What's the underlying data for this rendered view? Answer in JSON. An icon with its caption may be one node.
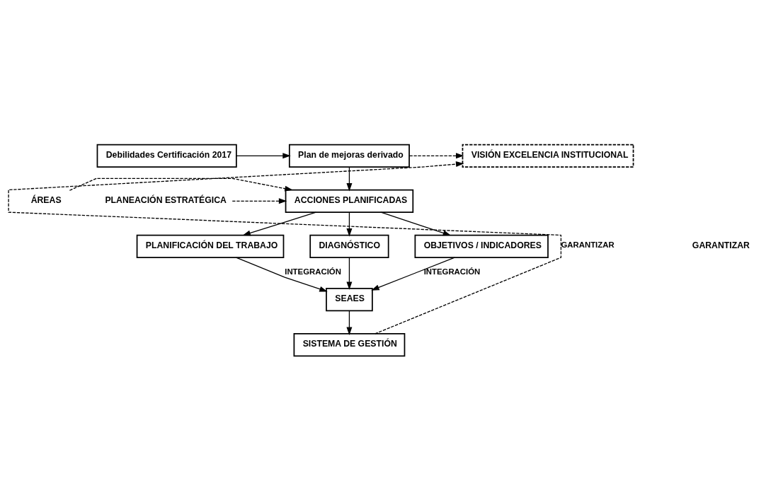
{
  "diagram": {
    "nodes": [
      {
        "text": [
          "Debilidades Certificación 2017"
        ]
      },
      {
        "text": [
          "Plan de mejoras derivado"
        ]
      },
      {
        "text": [
          "VISIÓN EXCELENCIA INSTITUCIONAL"
        ]
      },
      {
        "text": [
          "ÁREAS"
        ]
      },
      {
        "text": [
          "ACCIONES PLANIFICADAS"
        ]
      },
      {
        "text": [
          "PLANEACIÓN ESTRATÉGICA"
        ]
      },
      {
        "text": [
          "PLANIFICACIÓN DEL TRABAJO"
        ]
      },
      {
        "text": [
          "DIAGNÓSTICO"
        ]
      },
      {
        "text": [
          "OBJETIVOS / INDICADORES"
        ]
      },
      {
        "text": [
          "SEAES"
        ]
      },
      {
        "text": [
          "SISTEMA DE GESTIÓN"
        ]
      }
    ],
    "edges": [
      {
        "from": 0,
        "to": 1,
        "arrow": "to"
      },
      {
        "from": 1,
        "to": 2,
        "arrow": "to",
        "style": "dashed"
      },
      {
        "from": 1,
        "to": 4,
        "arrow": "to"
      },
      {
        "from": 3,
        "to": 4,
        "arrow": "to",
        "style": "dashed"
      },
      {
        "from": 5,
        "to": 4,
        "arrow": "to",
        "style": "dashed"
      },
      {
        "from": 4,
        "to": 6,
        "arrow": "to"
      },
      {
        "from": 4,
        "to": 7,
        "arrow": "to"
      },
      {
        "from": 4,
        "to": 8,
        "arrow": "to"
      },
      {
        "from": 6,
        "to": 9,
        "arrow": "to",
        "label": "INTEGRACIÓN"
      },
      {
        "from": 7,
        "to": 9,
        "arrow": "to"
      },
      {
        "from": 8,
        "to": 9,
        "arrow": "to",
        "label": "INTEGRACIÓN"
      },
      {
        "from": 9,
        "to": 10,
        "arrow": "to"
      },
      {
        "from": 10,
        "to": 2,
        "arrow": "to",
        "style": "dashed",
        "label": "GARANTIZAR"
      }
    ],
    "labels": [
      "GARANTIZAR"
    ]
  }
}
